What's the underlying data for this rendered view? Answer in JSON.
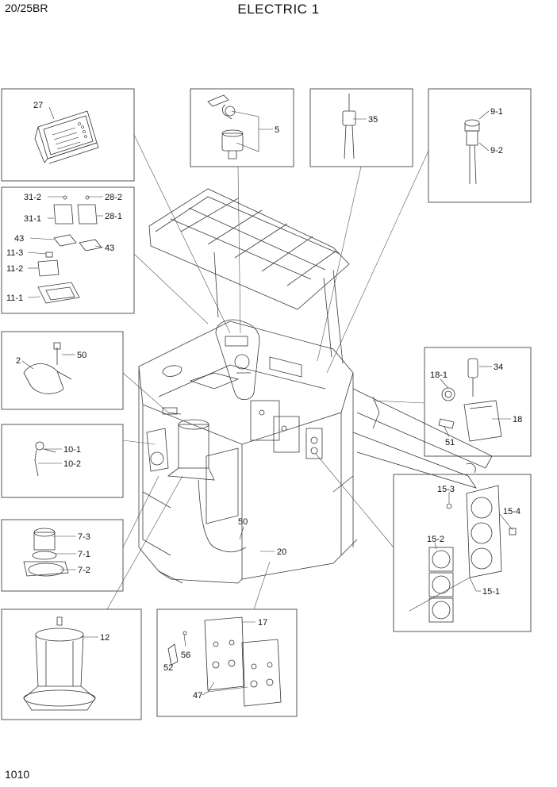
{
  "header": {
    "model": "20/25BR",
    "title": "ELECTRIC 1"
  },
  "footer": {
    "page": "1010"
  },
  "parts": {
    "p27": "27",
    "p5": "5",
    "p35": "35",
    "p9_1": "9-1",
    "p9_2": "9-2",
    "p31_2": "31-2",
    "p28_2": "28-2",
    "p31_1": "31-1",
    "p28_1": "28-1",
    "p43a": "43",
    "p43b": "43",
    "p11_3": "11-3",
    "p11_2": "11-2",
    "p11_1": "11-1",
    "p2": "2",
    "p50a": "50",
    "p10_1": "10-1",
    "p10_2": "10-2",
    "p7_3": "7-3",
    "p7_1": "7-1",
    "p7_2": "7-2",
    "p12": "12",
    "p34": "34",
    "p18_1": "18-1",
    "p18": "18",
    "p51": "51",
    "p15_3": "15-3",
    "p15_4": "15-4",
    "p15_2": "15-2",
    "p15_1": "15-1",
    "p50b": "50",
    "p20": "20",
    "p17": "17",
    "p52": "52",
    "p56": "56",
    "p47": "47"
  }
}
